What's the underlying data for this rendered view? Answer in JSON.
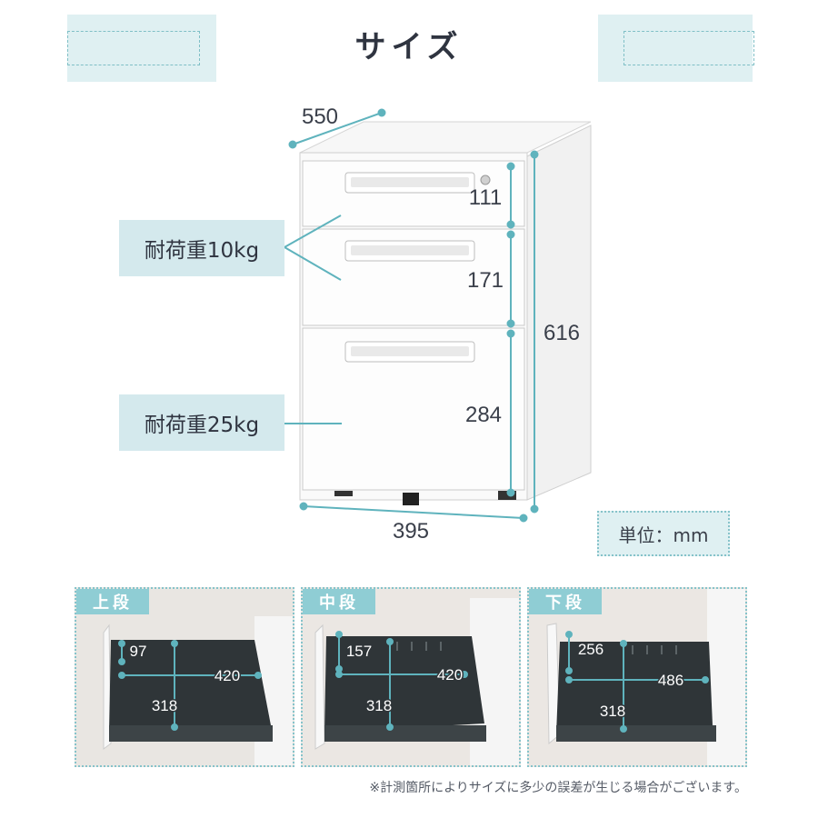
{
  "title": "サイズ",
  "dimensions": {
    "depth": "550",
    "width": "395",
    "height_total": "616",
    "drawer_top": "111",
    "drawer_middle": "171",
    "drawer_bottom": "284"
  },
  "load_labels": {
    "upper": "耐荷重10kg",
    "lower": "耐荷重25kg"
  },
  "unit_label": "単位：mm",
  "panels": [
    {
      "tag": "上段",
      "height": "97",
      "width": "420",
      "depth": "318"
    },
    {
      "tag": "中段",
      "height": "157",
      "width": "420",
      "depth": "318"
    },
    {
      "tag": "下段",
      "height": "256",
      "width": "486",
      "depth": "318"
    }
  ],
  "footnote": "※計測箇所によりサイズに多少の誤差が生じる場合がございます。",
  "colors": {
    "accent": "#5fb3bd",
    "label_bg": "#d4e9ed",
    "tag_bg": "#8fcdd4",
    "text": "#3a3f4a"
  }
}
